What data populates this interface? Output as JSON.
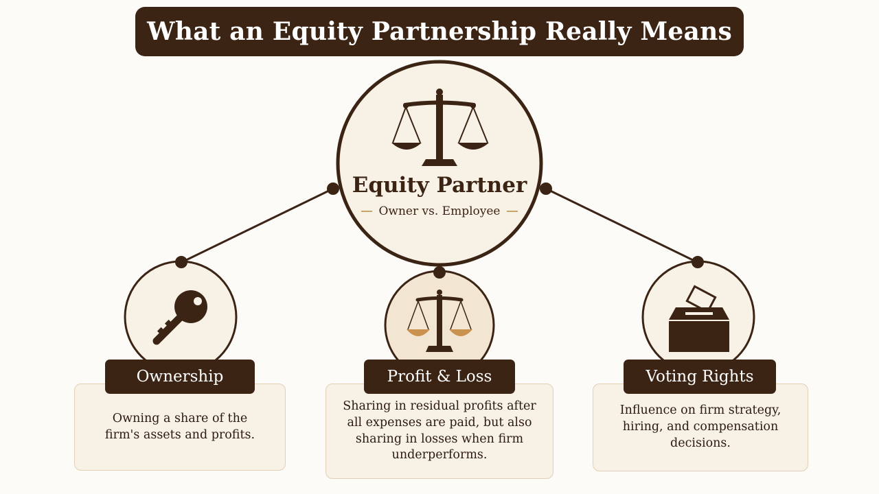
{
  "title": "What an Equity Partnership Really Means",
  "hub": {
    "title": "Equity Partner",
    "subtitle": "Owner vs. Employee",
    "icon": "scales-of-justice-icon"
  },
  "nodes": [
    {
      "label": "Ownership",
      "description": "Owning a share of the firm's assets and profits.",
      "icon": "key-icon"
    },
    {
      "label": "Profit & Loss",
      "description": "Sharing in residual profits after all expenses are paid, but also sharing in losses when firm underperforms.",
      "icon": "balance-scale-icon"
    },
    {
      "label": "Voting Rights",
      "description": "Influence on firm strategy, hiring, and compensation decisions.",
      "icon": "ballot-box-icon"
    }
  ],
  "colors": {
    "dark_brown": "#3b2414",
    "cream": "#f8f1e6",
    "gold_accent": "#c9a66b",
    "background": "#fcfbf8"
  }
}
